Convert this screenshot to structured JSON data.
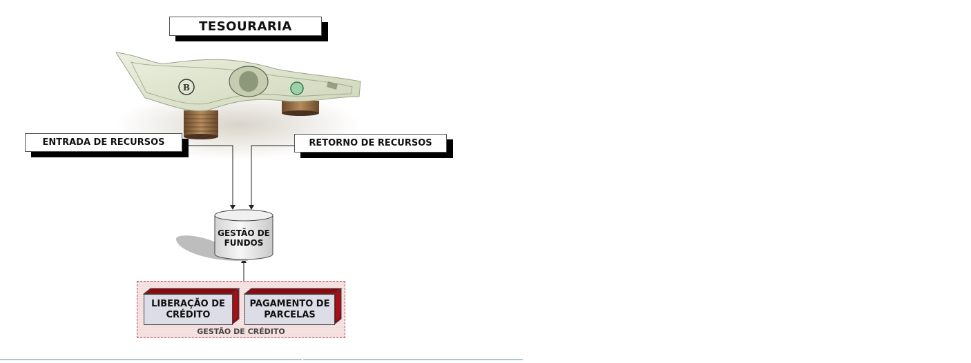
{
  "title": "TESOURARIA",
  "nodes": {
    "entrada": "ENTRADA DE RECURSOS",
    "retorno": "RETORNO DE RECURSOS",
    "fundos_line1": "GESTÃO DE",
    "fundos_line2": "FUNDOS",
    "liberacao_line1": "LIBERAÇÃO DE",
    "liberacao_line2": "CRÉDITO",
    "pagamento_line1": "PAGAMENTO DE",
    "pagamento_line2": "PARCELAS",
    "gestao_credito": "GESTÃO DE CRÉDITO"
  },
  "illustration": "banknote-on-coins",
  "colors": {
    "shadow": "#000000",
    "cube_side": "#8b0a12",
    "container_fill": "#f3dcdc",
    "container_border": "#b4474a",
    "cube_face": "#dcdde6"
  }
}
